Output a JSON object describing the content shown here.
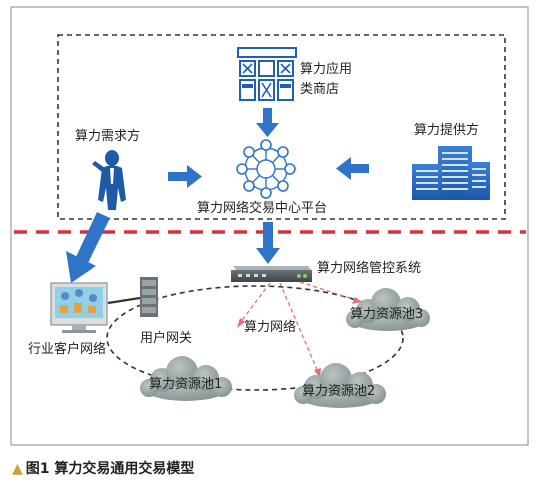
{
  "labels": {
    "app_store_line1": "算力应用",
    "app_store_line2": "类商店",
    "demander": "算力需求方",
    "provider": "算力提供方",
    "platform": "算力网络交易中心平台",
    "control_system": "算力网络管控系统",
    "industry_network": "行业客户网络",
    "user_gateway": "用户网关",
    "compute_network": "算力网络",
    "pool1": "算力资源池1",
    "pool2": "算力资源池2",
    "pool3": "算力资源池3"
  },
  "caption": {
    "marker": "▲",
    "text": "图1  算力交易通用交易模型"
  },
  "colors": {
    "arrow_blue": "#2f74c8",
    "boundary_red": "#d6313e",
    "dashed_link_pink": "#e0707a",
    "cloud_gray": "#8f9b9a",
    "border_gray": "#777777"
  },
  "icons": [
    "app-grid-icon",
    "person-icon",
    "building-icon",
    "network-hub-icon",
    "router-icon",
    "server-icon",
    "cloud-icon",
    "monitor-icon"
  ]
}
